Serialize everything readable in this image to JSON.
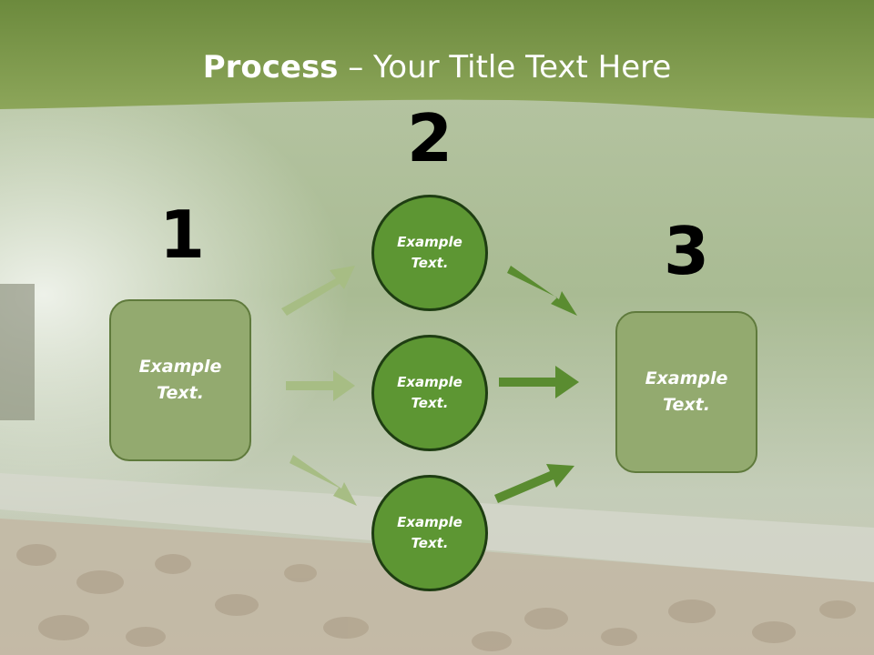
{
  "slide": {
    "title_bold": "Process",
    "title_rest": " – Your Title Text Here",
    "colors": {
      "header_green": "#87a155",
      "box_fill": "#93aa6f",
      "circle_fill": "#5d9633",
      "arrow_light": "#a7bd84",
      "arrow_dark": "#5a8c30"
    }
  },
  "steps": [
    {
      "number": "1",
      "label": "Example Text."
    },
    {
      "number": "2",
      "items": [
        {
          "label": "Example Text."
        },
        {
          "label": "Example Text."
        },
        {
          "label": "Example Text."
        }
      ]
    },
    {
      "number": "3",
      "label": "Example Text."
    }
  ]
}
